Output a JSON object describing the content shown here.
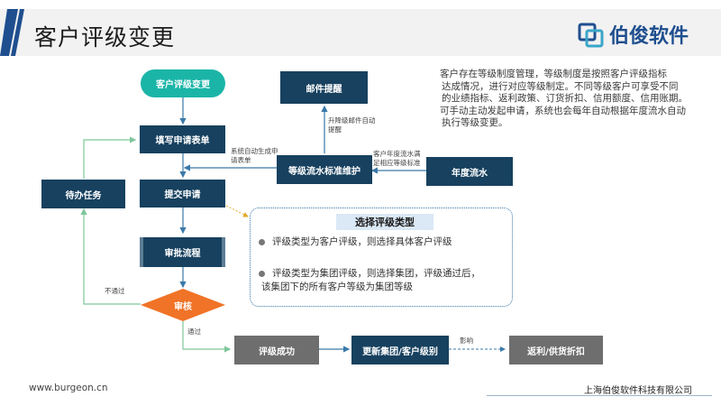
{
  "header": {
    "title": "客户评级变更",
    "logo_text": "伯俊软件"
  },
  "colors": {
    "navy": "#17415f",
    "teal": "#1bb5a8",
    "orange": "#f07327",
    "grey": "#6e6e6e",
    "line_blue": "#3a79a8",
    "line_green": "#7fc69a"
  },
  "flow": {
    "start": "客户评级变更",
    "fill_form": "填写申请表单",
    "submit": "提交申请",
    "approval_process": "审批流程",
    "review": "审核",
    "pending_tasks": "待办任务",
    "mail_reminder": "邮件提醒",
    "level_maintenance": "等级流水标准维护",
    "annual_flow": "年度流水",
    "rating_success": "评级成功",
    "update_level": "更新集团/客户级别",
    "rebate": "返利/供货折扣"
  },
  "labels": {
    "upgrade_mail": [
      "升降级邮件自动",
      "提醒"
    ],
    "auto_generate": [
      "系统自动生成申",
      "请表单"
    ],
    "annual_meets": [
      "客户年度流水满",
      "足相应等级标准"
    ],
    "not_passed": "不通过",
    "passed": "通过",
    "affects": "影响"
  },
  "description": [
    "客户存在等级制度管理，等级制度是按照客户评级指标",
    "达成情况，进行对应等级制定。不同等级客户可享受不同",
    "的业绩指标、返利政策、订货折扣、信用额度、信用账期。",
    "可手动主动发起申请，系统也会每年自动根据年度流水自动",
    "执行等级变更。"
  ],
  "panel": {
    "title": "选择评级类型",
    "bullet1": "评级类型为客户评级，则选择具体客户评级",
    "bullet2_line1": "评级类型为集团评级，则选择集团，评级通过后，",
    "bullet2_line2": "该集团下的所有客户等级为集团等级"
  },
  "footer": {
    "url": "www.burgeon.cn",
    "company": "上海伯俊软件科技有限公司"
  }
}
